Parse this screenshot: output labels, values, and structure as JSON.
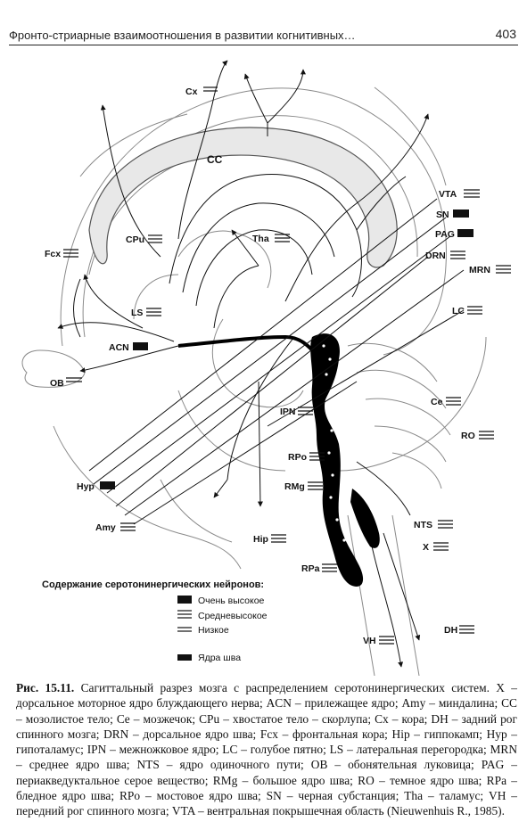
{
  "header": {
    "running_title": "Фронто-стриарные взаимоотношения в развитии когнитивных…",
    "page_number": "403"
  },
  "figure": {
    "region_labels": {
      "cx": "Cx",
      "cc": "CC",
      "vta": "VTA",
      "sn": "SN",
      "pag": "PAG",
      "drn": "DRN",
      "mrn": "MRN",
      "lc": "LC",
      "fcx": "Fcx",
      "cpu": "CPu",
      "tha": "Tha",
      "ls": "LS",
      "acn": "ACN",
      "ob": "OB",
      "ipn": "IPN",
      "ce": "Ce",
      "ro": "RO",
      "rpo": "RPo",
      "hyp": "Hyp",
      "rmg": "RMg",
      "amy": "Amy",
      "hip": "Hip",
      "nts": "NTS",
      "x": "X",
      "rpa": "RPa",
      "dh": "DH",
      "vh": "VH"
    },
    "legend": {
      "title": "Содержание серотонинергических нейронов:",
      "items": [
        {
          "label": "Очень высокое"
        },
        {
          "label": "Средневысокое"
        },
        {
          "label": "Низкое"
        },
        {
          "label": "Ядра шва"
        }
      ]
    }
  },
  "caption": {
    "figure_number": "Рис. 15.11.",
    "text": " Сагиттальный разрез мозга с распределением серотонинергических систем. X – дорсальное моторное ядро блуждающего нерва; ACN – прилежащее ядро; Amy – миндалина; CC – мозолистое тело; Ce – мозжечок; CPu – хвостатое тело – скорлупа; Cx – кора; DH – задний рог спинного мозга; DRN – дорсальное ядро шва; Fcx – фронтальная кора; Hip – гиппокамп; Hyp – гипоталамус; IPN – межножковое ядро; LC – голубое пятно; LS – латеральная перегородка; MRN – среднее ядро шва; NTS – ядро одиночного пути; OB – обонятельная луковица; PAG – периакведуктальное серое вещество; RMg – большое ядро шва; RO – темное ядро шва; RPa – бледное ядро шва; RPo – мостовое ядро шва; SN – черная субстанция; Tha – таламус; VH – передний рог спинного мозга; VTA – вентральная покрышечная область (Nieuwenhuis R., 1985)."
  }
}
